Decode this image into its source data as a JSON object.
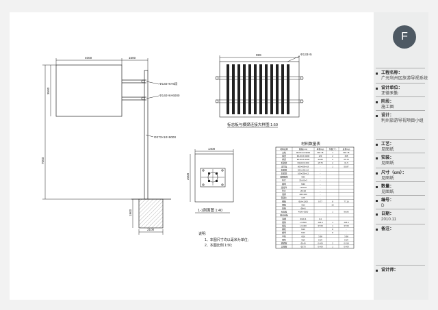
{
  "badge": "F",
  "title_block": [
    {
      "label": "工程名称：",
      "value": "广元利州区旅游导视系统"
    },
    {
      "label": "设计单位：",
      "value": "正德禾勤"
    },
    {
      "label": "阶段：",
      "value": "施工图"
    },
    {
      "label": "设计：",
      "value": "利州旅游导视项目小组"
    },
    {
      "label": "工艺：",
      "value": "见图纸"
    },
    {
      "label": "安装：",
      "value": "见图纸"
    },
    {
      "label": "尺寸（cm）：",
      "value": "见图纸"
    },
    {
      "label": "数量：",
      "value": "见图纸"
    },
    {
      "label": "编号：",
      "value": "D"
    },
    {
      "label": "日期：",
      "value": "2010.11"
    },
    {
      "label": "备注：",
      "value": ""
    },
    {
      "label": "设计师：",
      "value": ""
    }
  ],
  "elevation": {
    "dim_panel_width": "4000",
    "dim_arm": "1500",
    "dim_panel_height": "3500",
    "dim_total_height": "7000",
    "pipe_a": "Φ140×6×6段",
    "pipe_b": "Φ140×6×6000",
    "pipe_c": "Φ273×10×9000",
    "dim_base_height": "1900",
    "dim_base_width": "2100"
  },
  "detail": {
    "dim_width": "999",
    "pipe": "Φ133×5",
    "caption": "标志板与横梁连接大样图 1:50"
  },
  "section": {
    "dim_width": "1400",
    "dim_height": "2000",
    "caption": "1-1剖面图 1:40"
  },
  "notes": {
    "heading": "说明:",
    "lines": [
      "1、本图尺寸均以毫米为单位;",
      "2、本图比例 1:50;"
    ]
  },
  "materials": {
    "title": "材料数量表",
    "headers": [
      "材料名称",
      "规格(mm)",
      "单重(kg)",
      "件数(个)",
      "总重(kg)"
    ],
    "rows": [
      [
        "立柱",
        "Φ273×10×9000",
        "587.78",
        "1",
        "587.78"
      ],
      [
        "横梁",
        "Φ140×6×4000",
        "129",
        "2",
        "258"
      ],
      [
        "横梁",
        "Φ140×6×1600",
        "32.89",
        "2",
        "65.78"
      ],
      [
        "加劲肋",
        "Φ140×6×150",
        "15.75",
        "2",
        "31.5"
      ],
      [
        "法兰盘",
        "600×600×18",
        "-",
        "1",
        "50.87"
      ],
      [
        "加劲肋",
        "400×150×10",
        "-",
        "",
        ""
      ],
      [
        "加劲肋",
        "100×250×12",
        "-",
        "",
        ""
      ],
      [
        "地脚螺栓",
        "Φ30",
        "-",
        "",
        ""
      ],
      [
        "垫片",
        "25×20×3",
        "-",
        "",
        ""
      ],
      [
        "螺母",
        "M30",
        "-",
        "",
        ""
      ],
      [
        "连接件",
        "L100×8",
        "-",
        "",
        ""
      ],
      [
        "垫片",
        "20×20",
        "-",
        "",
        ""
      ],
      [
        "底座",
        "400×400",
        "-",
        "",
        ""
      ],
      [
        "混凝土",
        "C25",
        "-",
        "",
        ""
      ],
      [
        "钢筋",
        "Φ16×1200",
        "9.77",
        "8",
        "77.16"
      ],
      [
        "钢筋",
        "Φ12",
        "",
        "16",
        ""
      ],
      [
        "箍筋",
        "Φ8×5",
        "",
        "",
        ""
      ],
      [
        "标志板",
        "4000×3500",
        "-",
        "1",
        "96.86"
      ],
      [
        "铝合金板",
        "",
        "",
        "",
        ""
      ],
      [
        "滑槽",
        "Φ16×4",
        "0.4",
        "",
        ""
      ],
      [
        "抱箍",
        "L=1600",
        "126.4",
        "1",
        "126.4"
      ],
      [
        "抱箍",
        "L=1400",
        "37.69",
        "1",
        "37.69"
      ],
      [
        "螺栓",
        "M16",
        "-",
        "8",
        "-"
      ],
      [
        "螺母",
        "M16",
        "-",
        "8",
        "-"
      ],
      [
        "平垫",
        "Φ16",
        "3.98",
        "",
        "3.98"
      ],
      [
        "弹垫",
        "Φ16",
        "5.09",
        "",
        "5.09"
      ],
      [
        "横梁帽",
        "Φ140",
        "0.409",
        "2",
        "0.818"
      ],
      [
        "立柱帽",
        "Φ273",
        "0.409",
        "1",
        "0.409"
      ]
    ]
  }
}
